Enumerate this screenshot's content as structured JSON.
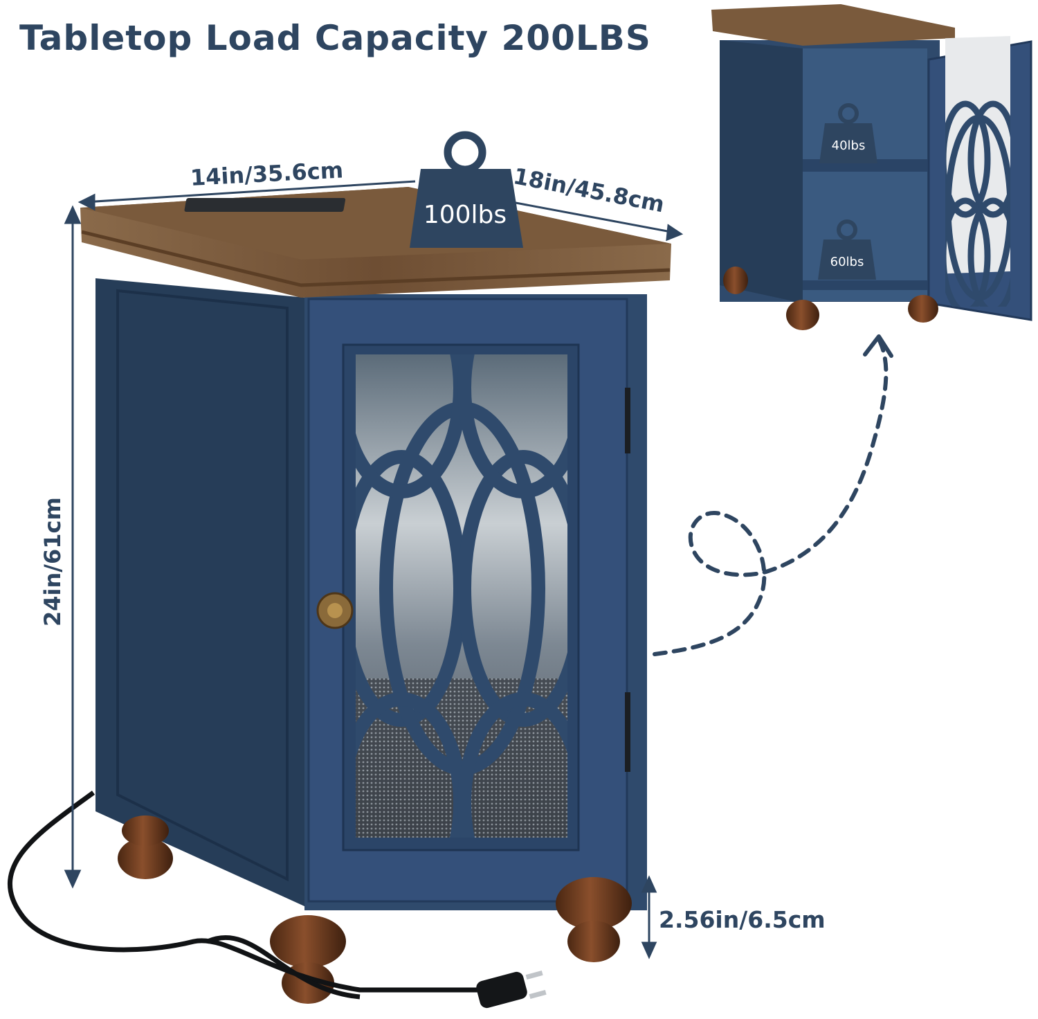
{
  "headline": "Tabletop Load Capacity 200LBS",
  "dimensions": {
    "width": "14in/35.6cm",
    "depth": "18in/45.8cm",
    "height": "24in/61cm",
    "leg_height": "2.56in/6.5cm"
  },
  "weights": {
    "tabletop": "100lbs",
    "upper_shelf": "40lbs",
    "lower_shelf": "60lbs"
  },
  "colors": {
    "navy": "#2e4560",
    "cabinet_blue": "#2f4a6c",
    "wood_top": "#7a5a3c",
    "leg_wood": "#6a3b1f"
  }
}
